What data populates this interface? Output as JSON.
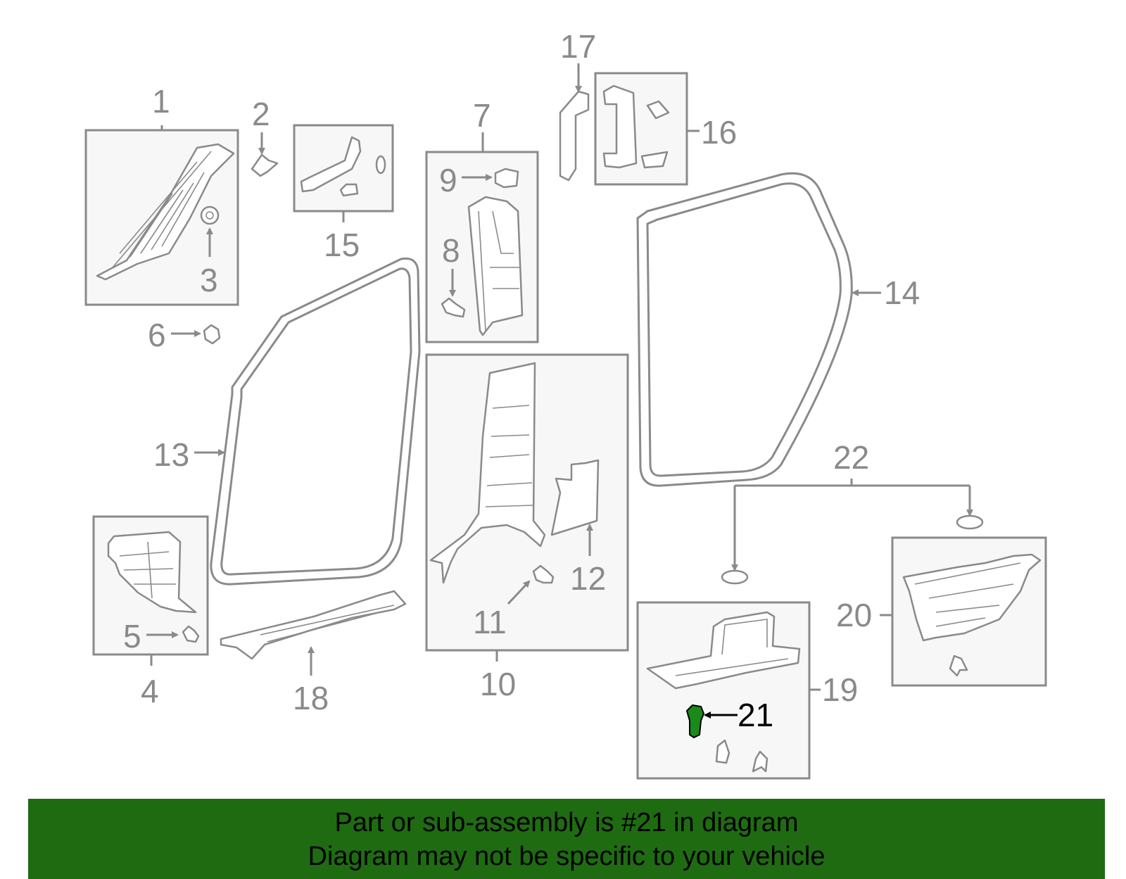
{
  "callouts": {
    "c1": "1",
    "c2": "2",
    "c3": "3",
    "c4": "4",
    "c5": "5",
    "c6": "6",
    "c7": "7",
    "c8": "8",
    "c9": "9",
    "c10": "10",
    "c11": "11",
    "c12": "12",
    "c13": "13",
    "c14": "14",
    "c15": "15",
    "c16": "16",
    "c17": "17",
    "c18": "18",
    "c19": "19",
    "c20": "20",
    "c21": "21",
    "c22": "22"
  },
  "highlight": {
    "part_number": "21",
    "color": "#1a8a1a"
  },
  "banner": {
    "line1": "Part or sub-assembly is #21 in diagram",
    "line2": "Diagram may not be specific to your vehicle",
    "background": "#1f6b12"
  }
}
